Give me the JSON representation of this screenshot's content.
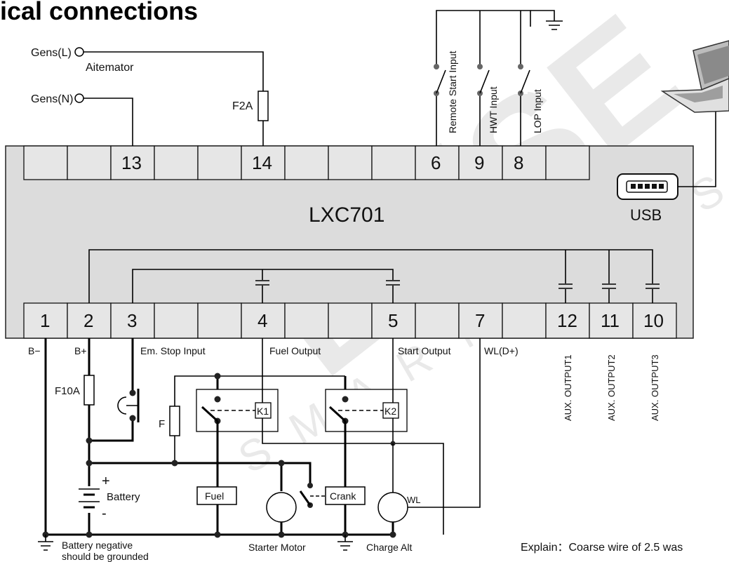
{
  "title": "ical connections",
  "controller": {
    "model": "LXC701",
    "usb_label": "USB"
  },
  "top_terminals": [
    "13",
    "14",
    "6",
    "9",
    "8"
  ],
  "bottom_terminals": [
    "1",
    "2",
    "3",
    "4",
    "5",
    "7",
    "12",
    "11",
    "10"
  ],
  "alternator": {
    "gens_l": "Gens(L)",
    "gens_n": "Gens(N)",
    "alternator_label": "Aitemator",
    "fuse_top": "F2A"
  },
  "inputs": {
    "remote_start": "Remote Start Input",
    "hwt": "HWT Input",
    "lop": "LOP Input"
  },
  "bottom_labels": {
    "b_minus": "B−",
    "b_plus": "B+",
    "em_stop": "Em. Stop Input",
    "fuel_output": "Fuel Output",
    "start_output": "Start Output",
    "wl": "WL(D+)",
    "aux1": "AUX. OUTPUT1",
    "aux2": "AUX. OUTPUT2",
    "aux3": "AUX. OUTPUT3"
  },
  "components": {
    "f10a": "F10A",
    "f": "F",
    "k1": "K1",
    "k2": "K2",
    "plus": "+",
    "minus": "-",
    "battery": "Battery",
    "fuel": "Fuel",
    "crank": "Crank",
    "wl": "WL",
    "battery_note_1": "Battery negative",
    "battery_note_2": "should be grounded",
    "starter_motor": "Starter Motor",
    "charge_alt": "Charge Alt"
  },
  "note": "Explain：Coarse wire of 2.5 was",
  "watermark": {
    "brand": "LXiSE",
    "tagline": "SMART GENSET"
  }
}
